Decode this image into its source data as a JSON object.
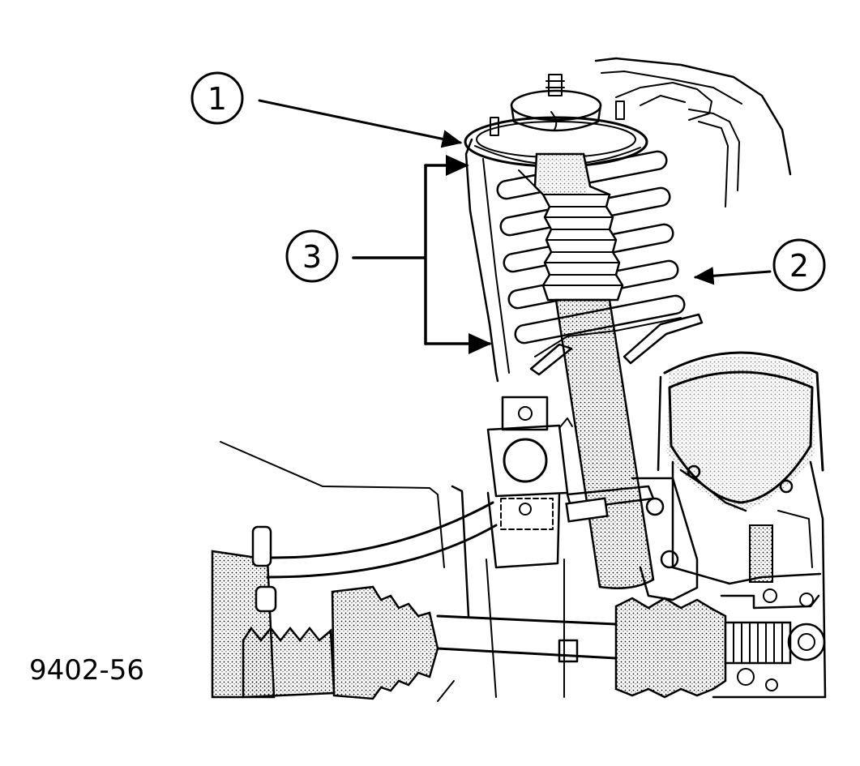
{
  "figure_id": "9402-56",
  "callouts": [
    {
      "label": "1",
      "part": "spring-upper-seat"
    },
    {
      "label": "2",
      "part": "coil-spring"
    },
    {
      "label": "3",
      "part": "strut-tower-bracket"
    }
  ],
  "colors": {
    "ink": "#000000",
    "paper": "#ffffff",
    "shade": "#9a9a9a"
  }
}
